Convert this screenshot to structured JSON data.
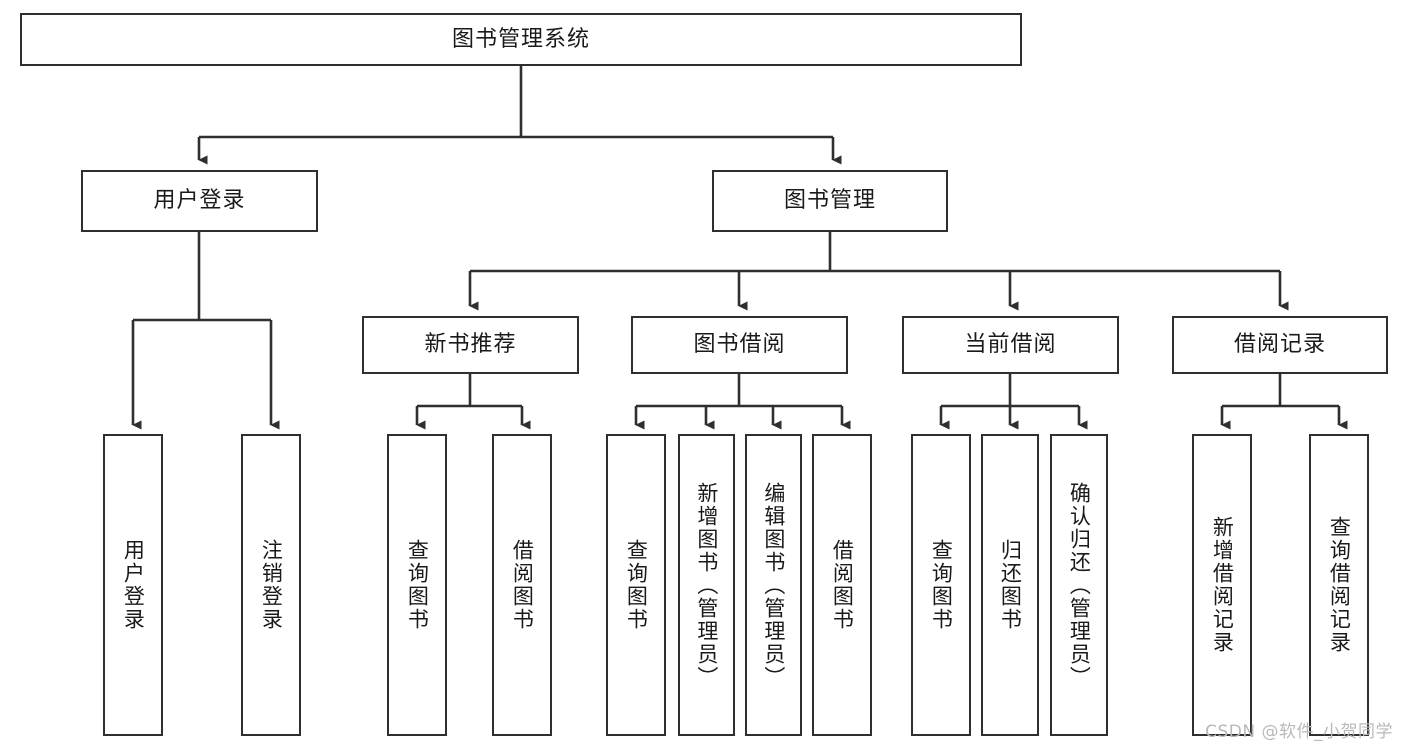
{
  "diagram": {
    "title": "图书管理系统",
    "type": "hierarchy-tree",
    "colors": {
      "box_border": "#2f2f2f",
      "box_fill": "#ffffff",
      "line": "#2f2f2f",
      "text": "#1a1a1a",
      "watermark": "#b9b9b9"
    },
    "root": {
      "label": "图书管理系统"
    },
    "level2": [
      {
        "label": "用户登录"
      },
      {
        "label": "图书管理"
      }
    ],
    "level3": [
      {
        "label": "新书推荐"
      },
      {
        "label": "图书借阅"
      },
      {
        "label": "当前借阅"
      },
      {
        "label": "借阅记录"
      }
    ],
    "leaves": {
      "user_login": [
        {
          "label": "用户登录"
        },
        {
          "label": "注销登录"
        }
      ],
      "new_book_recommend": [
        {
          "label": "查询图书"
        },
        {
          "label": "借阅图书"
        }
      ],
      "book_borrow": [
        {
          "label": "查询图书"
        },
        {
          "label": "新增图书（管理员）"
        },
        {
          "label": "编辑图书（管理员）"
        },
        {
          "label": "借阅图书"
        }
      ],
      "current_borrow": [
        {
          "label": "查询图书"
        },
        {
          "label": "归还图书"
        },
        {
          "label": "确认归还（管理员）"
        }
      ],
      "borrow_records": [
        {
          "label": "新增借阅记录"
        },
        {
          "label": "查询借阅记录"
        }
      ]
    }
  },
  "watermark": {
    "text": "CSDN @软件_小贺同学"
  }
}
